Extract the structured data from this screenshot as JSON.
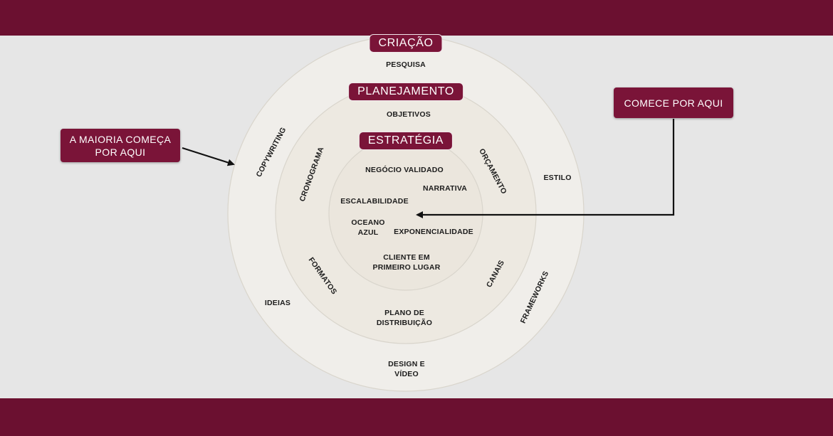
{
  "colors": {
    "band": "#6b1030",
    "pill": "#7a1438",
    "background": "#e6e6e6",
    "outer_ring": "#f0eeea",
    "middle_ring": "#ede9e1",
    "inner_ring": "#ebe6dd",
    "arrow": "#111111"
  },
  "rings": {
    "outer": {
      "title": "CRIAÇÃO",
      "items": [
        "PESQUISA",
        "COPYWRITING",
        "ESTILO",
        "IDEIAS",
        "FRAMEWORKS",
        "DESIGN E VÍDEO"
      ]
    },
    "middle": {
      "title": "PLANEJAMENTO",
      "items": [
        "OBJETIVOS",
        "CRONOGRAMA",
        "ORÇAMENTO",
        "FORMATOS",
        "CANAIS",
        "PLANO DE DISTRIBUIÇÃO"
      ]
    },
    "inner": {
      "title": "ESTRATÉGIA",
      "items": [
        "NEGÓCIO VALIDADO",
        "NARRATIVA",
        "ESCALABILIDADE",
        "OCEANO AZUL",
        "EXPONENCIALIDADE",
        "CLIENTE EM PRIMEIRO LUGAR"
      ]
    }
  },
  "callouts": {
    "left": "A MAIORIA COMEÇA POR AQUI",
    "right": "COMECE POR AQUI"
  }
}
